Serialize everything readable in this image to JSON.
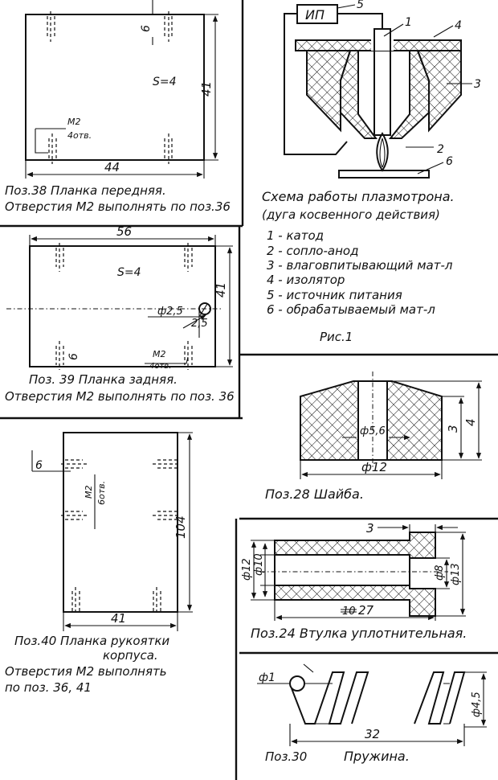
{
  "part38": {
    "dim_height": "41",
    "dim_width": "44",
    "hole_offset": "6",
    "thickness": "S=4",
    "hole_spec": "М2",
    "hole_count": "4отв.",
    "caption_1": "Поз.38 Планка передняя.",
    "caption_2": "Отверстия М2 выполнять по поз.36"
  },
  "part39": {
    "dim_width": "56",
    "dim_height": "41",
    "thickness": "S=4",
    "hole_dia": "ф2,5",
    "hole_offset_x": "2,5",
    "hole_offset": "6",
    "hole_spec": "М2",
    "hole_count": "4отв.",
    "caption_1": "Поз. 39 Планка задняя.",
    "caption_2": "Отверстия М2 выполнять по поз. 36"
  },
  "part40": {
    "dim_offset": "6",
    "hole_spec": "М2",
    "hole_count": "6отв.",
    "dim_height": "104",
    "dim_width": "41",
    "caption_1": "Поз.40 Планка рукоятки",
    "caption_2": "корпуса.",
    "caption_3": "Отверстия М2 выполнять",
    "caption_4": "по поз. 36, 41"
  },
  "plasma": {
    "power_box": "ИП",
    "callouts": [
      "1",
      "2",
      "3",
      "4",
      "5",
      "6"
    ],
    "title_1": "Схема работы плазмотрона.",
    "title_2": "(дуга косвенного действия)",
    "legend": [
      "1 - катод",
      "2 - сопло-анод",
      "3 - влаговпитывающий мат-л",
      "4 - изолятор",
      "5 - источник питания",
      "6 - обрабатываемый мат-л"
    ],
    "figure_label": "Рис.1"
  },
  "part28": {
    "dim_height_outer": "4",
    "dim_height_inner": "3",
    "hole_dia": "ф5,6",
    "dim_dia": "ф12",
    "caption": "Поз.28 Шайба."
  },
  "part24": {
    "dim_shoulder": "3",
    "dim_dia_12": "ф12",
    "dim_dia_10": "ф10",
    "dim_dia_8": "ф8",
    "dim_dia_13": "ф13",
    "dim_length": "27",
    "dim_length_struck": "10",
    "caption": "Поз.24 Втулка уплотнительная."
  },
  "part30": {
    "wire_dia": "ф1",
    "coil_dia": "ф4,5",
    "dim_length": "32",
    "caption_1": "Поз.30",
    "caption_2": "Пружина."
  }
}
